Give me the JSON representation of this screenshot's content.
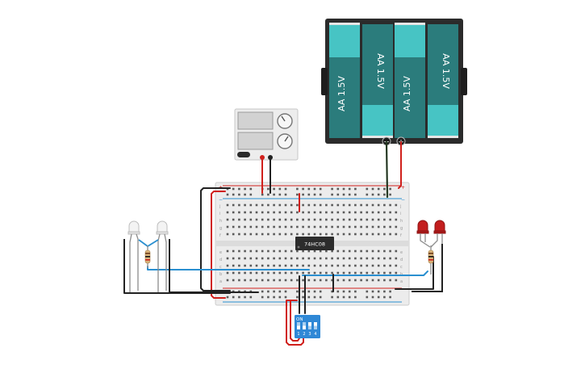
{
  "battery_pack": {
    "cells": [
      {
        "label": "AA 1.5V"
      },
      {
        "label": "AA 1.5V"
      },
      {
        "label": "AA 1.5V"
      },
      {
        "label": "AA 1.5V"
      }
    ],
    "minus_symbol": "−",
    "plus_symbol": "+"
  },
  "power_supply": {
    "knob_icon": "dial-knob-icon"
  },
  "chip": {
    "label": "74HC08"
  },
  "dip_switch": {
    "on_label": "ON",
    "positions": [
      "1",
      "2",
      "3",
      "4"
    ]
  },
  "breadboard": {
    "rail_plus": "+",
    "rail_minus": "−",
    "row_letters_top": [
      "j",
      "i",
      "h",
      "g",
      "f"
    ],
    "row_letters_bottom": [
      "e",
      "d",
      "c",
      "b",
      "a"
    ]
  },
  "colors": {
    "wire_red": "#d0201c",
    "wire_black": "#222222",
    "wire_blue": "#2a8fd0",
    "wire_green": "#2f6f2a",
    "battery_case": "#2b2b2b",
    "battery_cell_light": "#47c4c4",
    "battery_cell_dark": "#2b7c7c",
    "dip_body": "#2f88d6",
    "led_red": "#c31e1e",
    "led_clear": "#f3f3f3",
    "breadboard": "#ececec"
  }
}
